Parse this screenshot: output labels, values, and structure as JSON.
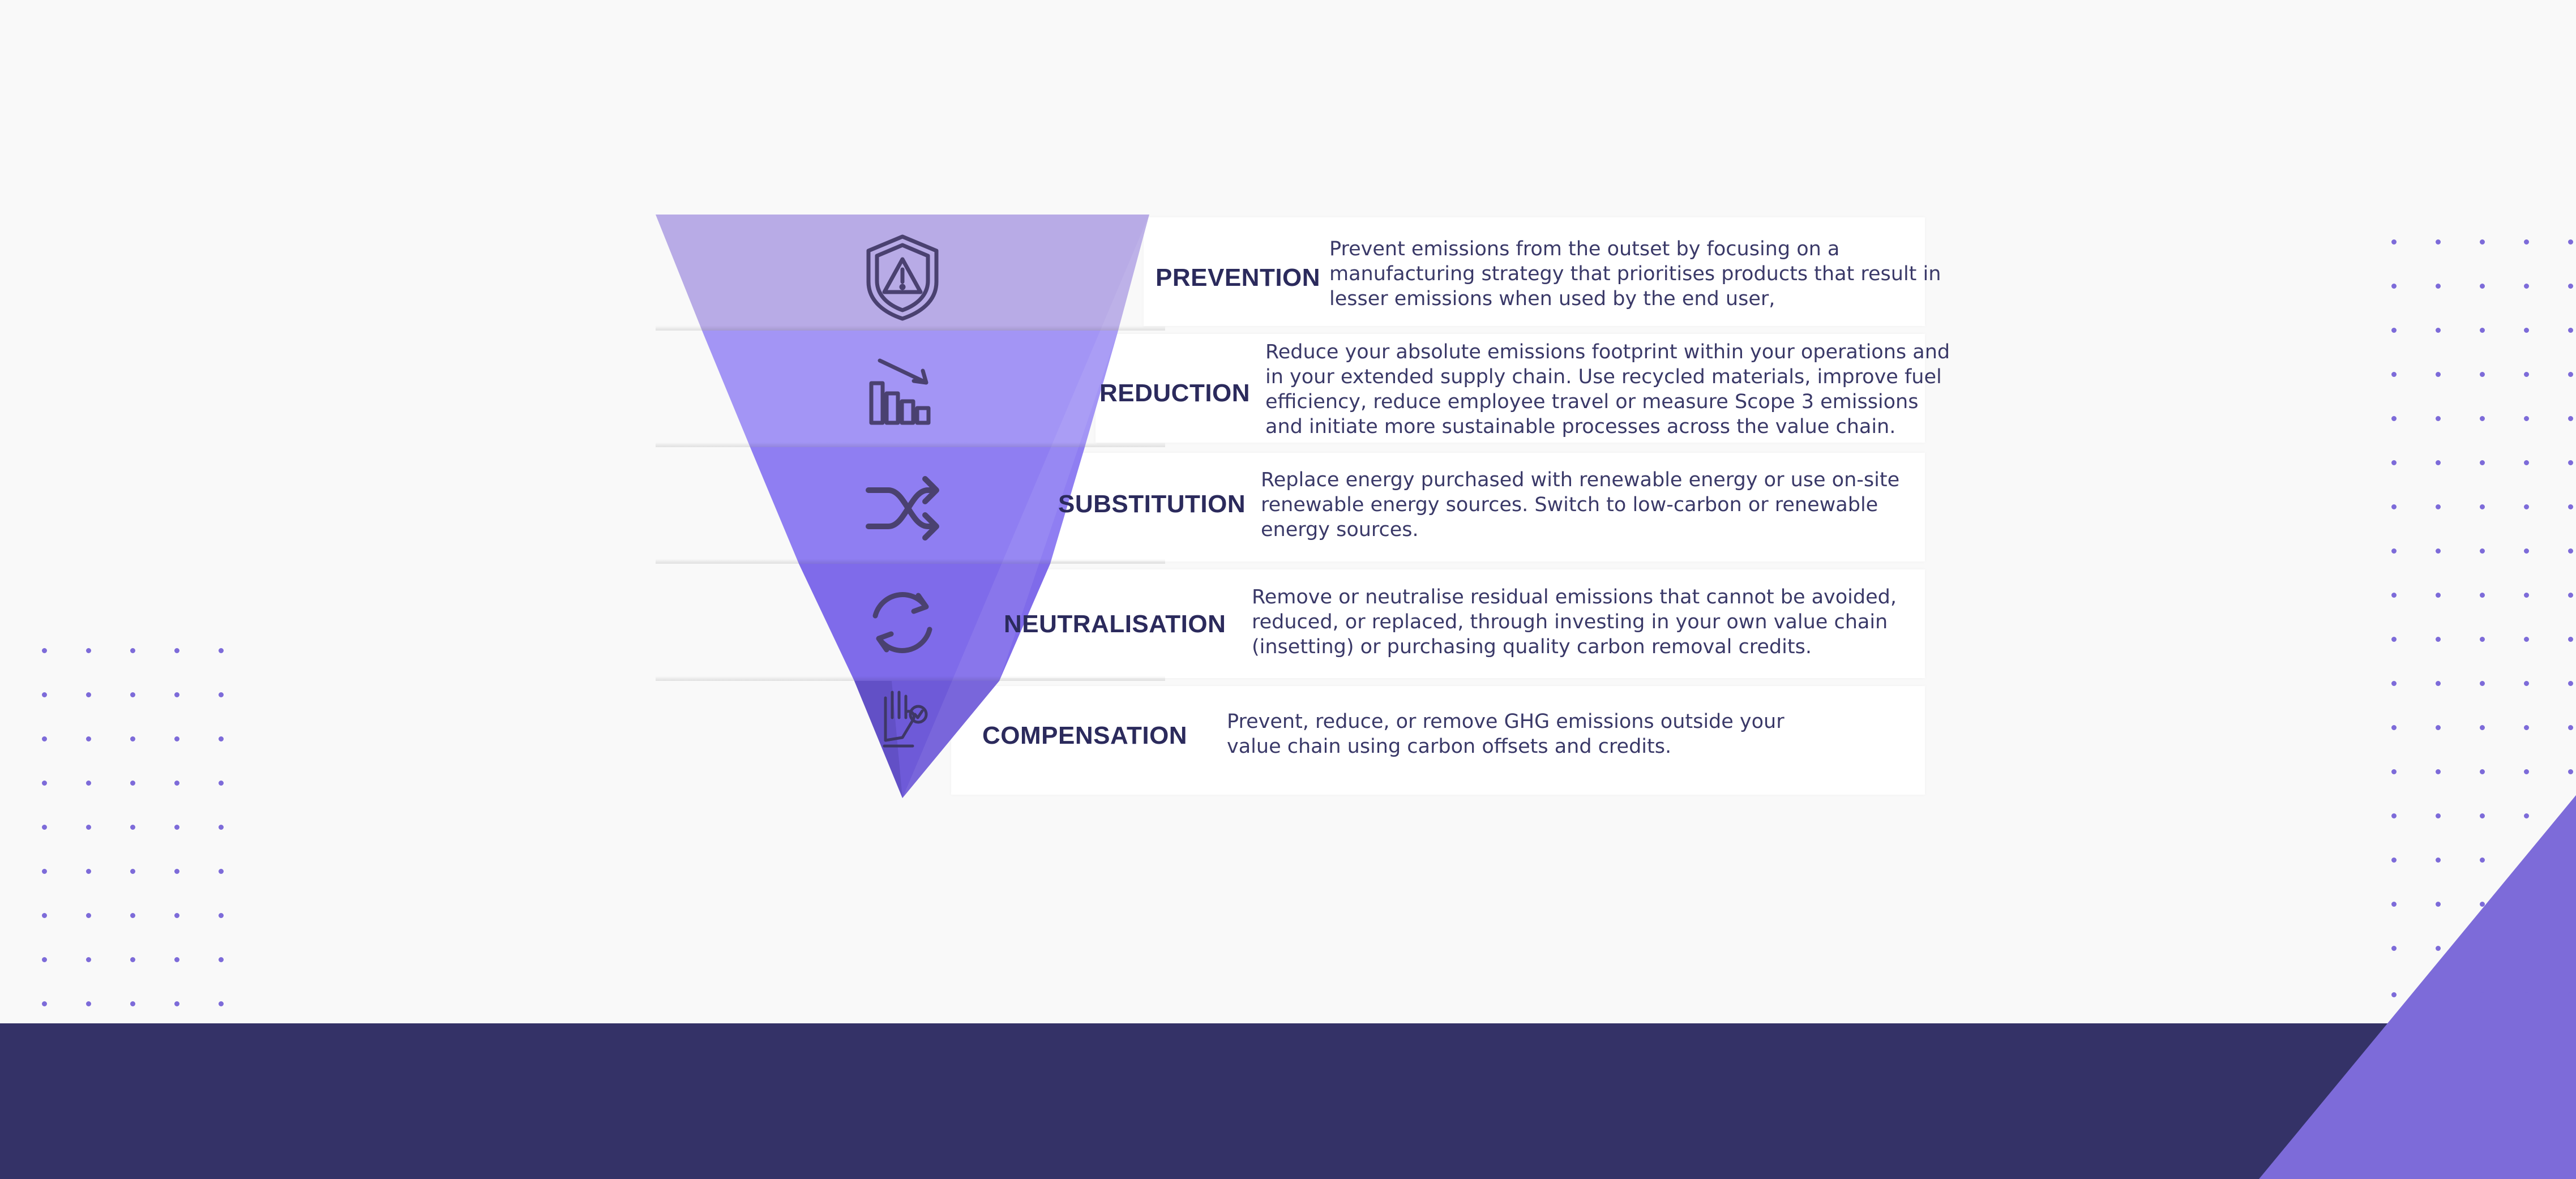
{
  "rows": [
    {
      "title": "PREVENTION",
      "icon": "shield-warning-icon",
      "lines": [
        "Prevent emissions from the outset by focusing on a",
        "manufacturing strategy that prioritises products that result in",
        "lesser emissions when used by the end user,"
      ]
    },
    {
      "title": "REDUCTION",
      "icon": "declining-bar-chart-icon",
      "lines": [
        "Reduce your absolute emissions footprint within your operations and",
        "in your extended supply chain. Use recycled materials, improve fuel",
        "efficiency, reduce employee travel or measure Scope 3 emissions",
        "and initiate more sustainable processes across the value chain."
      ]
    },
    {
      "title": "SUBSTITUTION",
      "icon": "shuffle-arrows-icon",
      "lines": [
        "Replace energy purchased with renewable energy or use on-site",
        "renewable energy sources. Switch to low-carbon or renewable",
        "energy sources."
      ]
    },
    {
      "title": "NEUTRALISATION",
      "icon": "refresh-cycle-icon",
      "lines": [
        "Remove or neutralise residual emissions that cannot be avoided,",
        "reduced, or replaced, through investing in your own value chain",
        "(insetting) or purchasing quality carbon removal credits."
      ]
    },
    {
      "title": "COMPENSATION",
      "icon": "hand-heart-icon",
      "lines": [
        "Prevent, reduce, or remove GHG emissions outside your",
        "value chain using carbon offsets and credits."
      ]
    }
  ],
  "colors": {
    "background": "#f9f9f9",
    "footer": "#343267",
    "accent_triangle": "#7d6bd9",
    "title": "#2b2a5c",
    "layers": [
      "#b8abe6",
      "#a395f5",
      "#8f7ef2",
      "#7f6bea",
      "#6e5ad8"
    ]
  }
}
